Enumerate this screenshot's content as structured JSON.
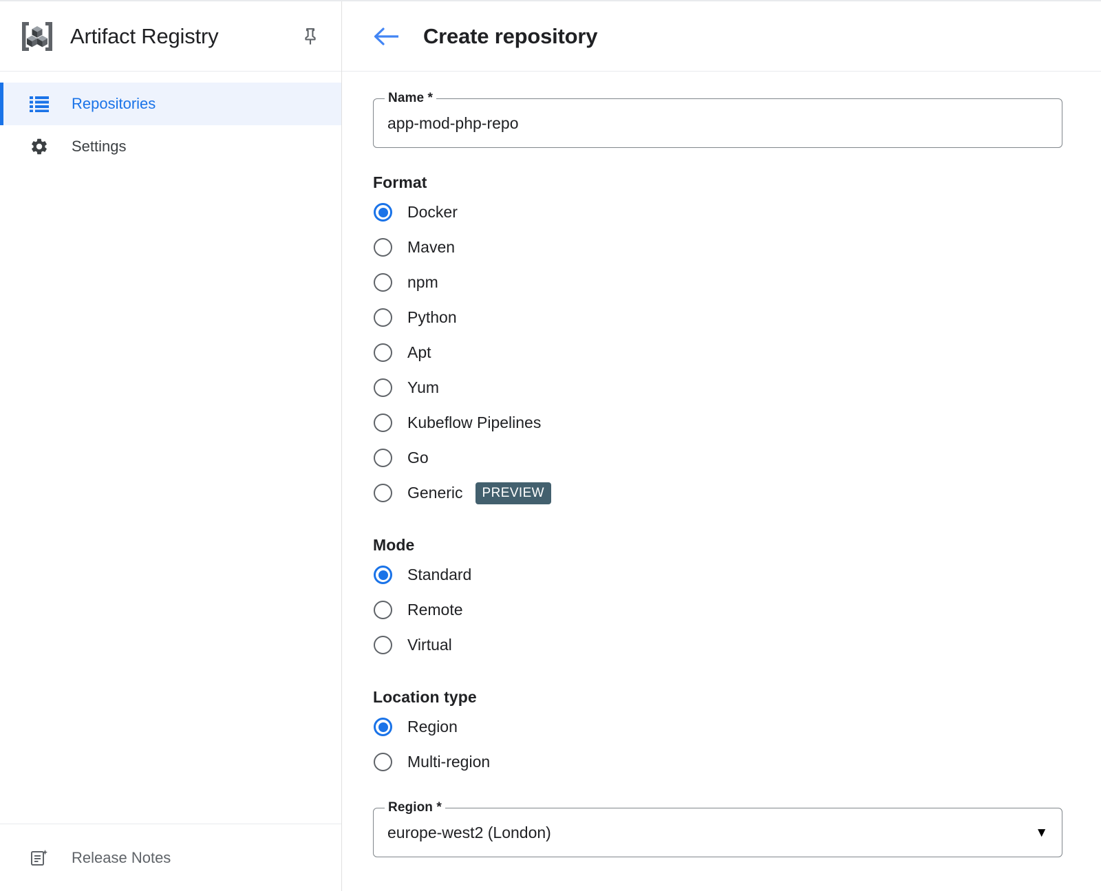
{
  "sidebar": {
    "app_title": "Artifact Registry",
    "logo_icon": "artifact-registry-cubes-icon",
    "pin_icon": "pin-icon",
    "items": [
      {
        "label": "Repositories",
        "icon": "list-icon",
        "active": true
      },
      {
        "label": "Settings",
        "icon": "gear-icon",
        "active": false
      }
    ],
    "footer": {
      "label": "Release Notes",
      "icon": "release-notes-icon"
    }
  },
  "header": {
    "back_icon": "back-arrow-icon",
    "title": "Create repository"
  },
  "form": {
    "name_field": {
      "label": "Name *",
      "value": "app-mod-php-repo",
      "placeholder": "Name"
    },
    "format": {
      "title": "Format",
      "options": [
        {
          "label": "Docker",
          "selected": true,
          "badge": ""
        },
        {
          "label": "Maven",
          "selected": false,
          "badge": ""
        },
        {
          "label": "npm",
          "selected": false,
          "badge": ""
        },
        {
          "label": "Python",
          "selected": false,
          "badge": ""
        },
        {
          "label": "Apt",
          "selected": false,
          "badge": ""
        },
        {
          "label": "Yum",
          "selected": false,
          "badge": ""
        },
        {
          "label": "Kubeflow Pipelines",
          "selected": false,
          "badge": ""
        },
        {
          "label": "Go",
          "selected": false,
          "badge": ""
        },
        {
          "label": "Generic",
          "selected": false,
          "badge": "PREVIEW"
        }
      ]
    },
    "mode": {
      "title": "Mode",
      "options": [
        {
          "label": "Standard",
          "selected": true
        },
        {
          "label": "Remote",
          "selected": false
        },
        {
          "label": "Virtual",
          "selected": false
        }
      ]
    },
    "location_type": {
      "title": "Location type",
      "options": [
        {
          "label": "Region",
          "selected": true
        },
        {
          "label": "Multi-region",
          "selected": false
        }
      ]
    },
    "region_field": {
      "label": "Region *",
      "value": "europe-west2 (London)",
      "caret_icon": "chevron-down-icon",
      "caret": "▼"
    }
  },
  "colors": {
    "accent_blue": "#1a73e8",
    "active_nav_bg": "#eef3fd",
    "badge_bg": "#43606e",
    "text_primary": "#202124",
    "text_secondary": "#5f6368",
    "border": "#e8eaed",
    "field_border": "#80868b"
  }
}
